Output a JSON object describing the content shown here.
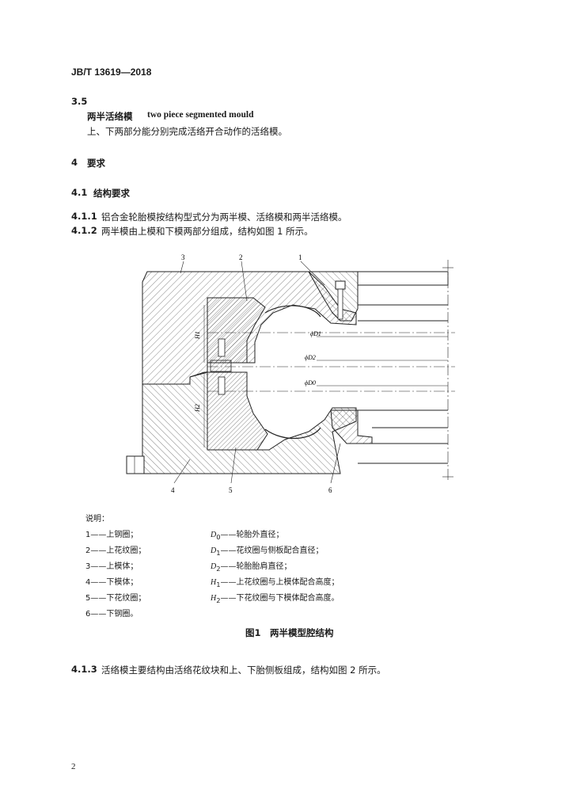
{
  "header": {
    "standard_id": "JB/T 13619—2018"
  },
  "clause_3_5": {
    "number": "3.5",
    "term_cn": "两半活络模",
    "term_en": "two piece segmented mould",
    "definition": "上、下两部分能分别完成活络开合动作的活络模。"
  },
  "section_4": {
    "number": "4",
    "title": "要求"
  },
  "section_4_1": {
    "number": "4.1",
    "title": "结构要求"
  },
  "clause_4_1_1": {
    "number": "4.1.1",
    "text": "铝合金轮胎模按结构型式分为两半模、活络模和两半活络模。"
  },
  "clause_4_1_2": {
    "number": "4.1.2",
    "text": "两半模由上模和下模两部分组成，结构如图 1 所示。"
  },
  "figure1": {
    "callouts": [
      "1",
      "2",
      "3",
      "4",
      "5",
      "6"
    ],
    "dim_labels": {
      "d1": "ϕD1",
      "d2": "ϕD2",
      "d0": "ϕD0",
      "h1": "H1",
      "h2": "H2"
    },
    "legend_title": "说明：",
    "legend_left": [
      "1——上钢圈；",
      "2——上花纹圈；",
      "3——上模体；",
      "4——下模体；",
      "5——下花纹圈；",
      "6——下钢圈。"
    ],
    "legend_right": [
      {
        "sym": "D",
        "sub": "0",
        "text": "——轮胎外直径；"
      },
      {
        "sym": "D",
        "sub": "1",
        "text": "——花纹圈与侧板配合直径；"
      },
      {
        "sym": "D",
        "sub": "2",
        "text": "——轮胎胎肩直径；"
      },
      {
        "sym": "H",
        "sub": "1",
        "text": "——上花纹圈与上模体配合高度；"
      },
      {
        "sym": "H",
        "sub": "2",
        "text": "——下花纹圈与下模体配合高度。"
      }
    ],
    "caption": "图1　两半模型腔结构"
  },
  "clause_4_1_3": {
    "number": "4.1.3",
    "text": "活络模主要结构由活络花纹块和上、下胎侧板组成，结构如图 2 所示。"
  },
  "page_number": "2"
}
